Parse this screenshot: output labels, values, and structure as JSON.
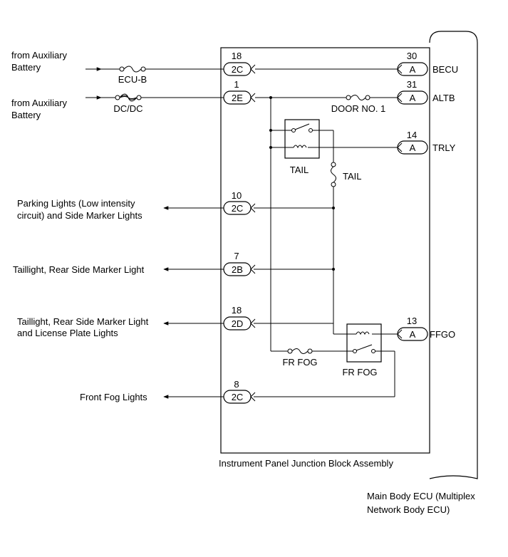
{
  "external_labels": {
    "aux_battery_1": [
      "from Auxiliary",
      "Battery"
    ],
    "aux_battery_2": [
      "from Auxiliary",
      "Battery"
    ],
    "parking_lights": [
      "Parking Lights (Low intensity",
      "circuit) and Side Marker Lights"
    ],
    "taillight": [
      "Taillight, Rear Side Marker Light"
    ],
    "taillight_license": [
      "Taillight, Rear Side Marker Light",
      "and License Plate Lights"
    ],
    "front_fog": [
      "Front Fog Lights"
    ]
  },
  "fuses": {
    "ecu_b": "ECU-B",
    "dc_dc": "DC/DC",
    "door_no1": "DOOR NO. 1",
    "tail": "TAIL",
    "fr_fog": "FR FOG"
  },
  "relays": {
    "tail": "TAIL",
    "fr_fog": "FR FOG"
  },
  "left_connectors": [
    {
      "pin": "18",
      "conn": "2C"
    },
    {
      "pin": "1",
      "conn": "2E"
    },
    {
      "pin": "10",
      "conn": "2C"
    },
    {
      "pin": "7",
      "conn": "2B"
    },
    {
      "pin": "18",
      "conn": "2D"
    },
    {
      "pin": "8",
      "conn": "2C"
    }
  ],
  "right_connectors": [
    {
      "pin": "30",
      "conn": "A",
      "signal": "BECU"
    },
    {
      "pin": "31",
      "conn": "A",
      "signal": "ALTB"
    },
    {
      "pin": "14",
      "conn": "A",
      "signal": "TRLY"
    },
    {
      "pin": "13",
      "conn": "A",
      "signal": "FFGO"
    }
  ],
  "assemblies": {
    "junction_block": "Instrument Panel Junction Block Assembly",
    "main_body_ecu": [
      "Main Body ECU (Multiplex",
      "Network Body ECU)"
    ]
  }
}
